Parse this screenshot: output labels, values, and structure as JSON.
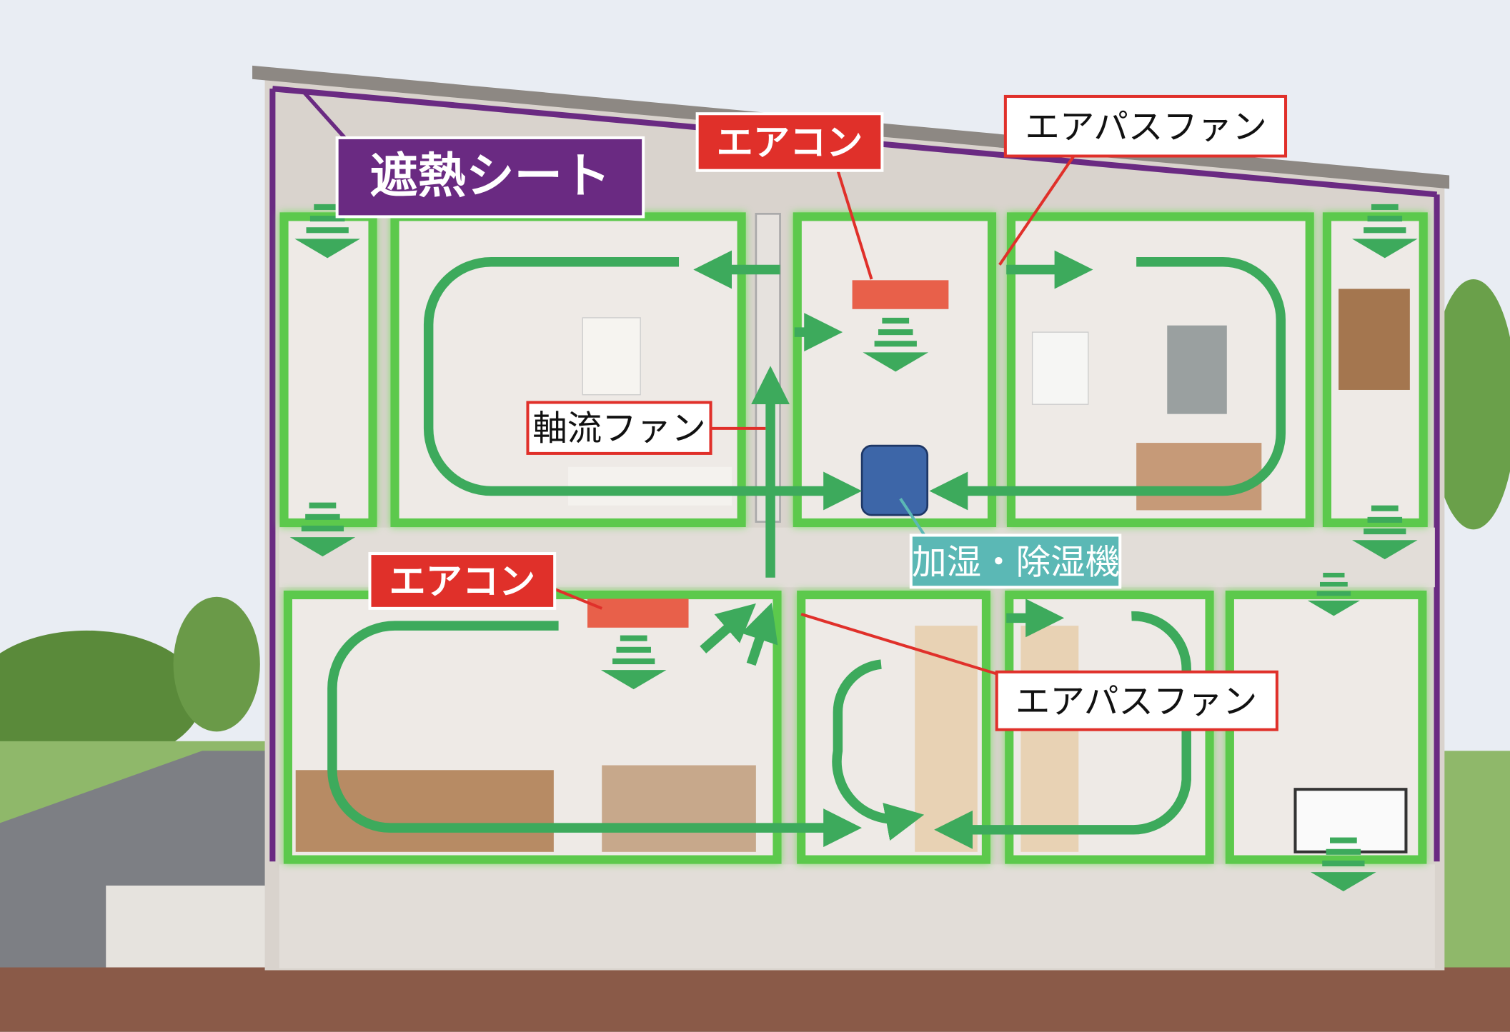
{
  "labels": {
    "heat_shield_sheet": "遮熱シート",
    "air_conditioner_upper": "エアコン",
    "air_conditioner_lower": "エアコン",
    "air_pass_fan_upper": "エアパスファン",
    "air_pass_fan_lower": "エアパスファン",
    "axial_fan": "軸流ファン",
    "humidifier_dehumidifier": "加湿・除湿機"
  },
  "colors": {
    "airflow": "#3daa5c",
    "room_outline": "#5cc94c",
    "heat_shield": "#6a2a82",
    "air_conditioner": "#e0302a",
    "humidifier": "#5bb8b5",
    "humidifier_unit": "#3d66a8",
    "ground": "#8a5a48"
  }
}
